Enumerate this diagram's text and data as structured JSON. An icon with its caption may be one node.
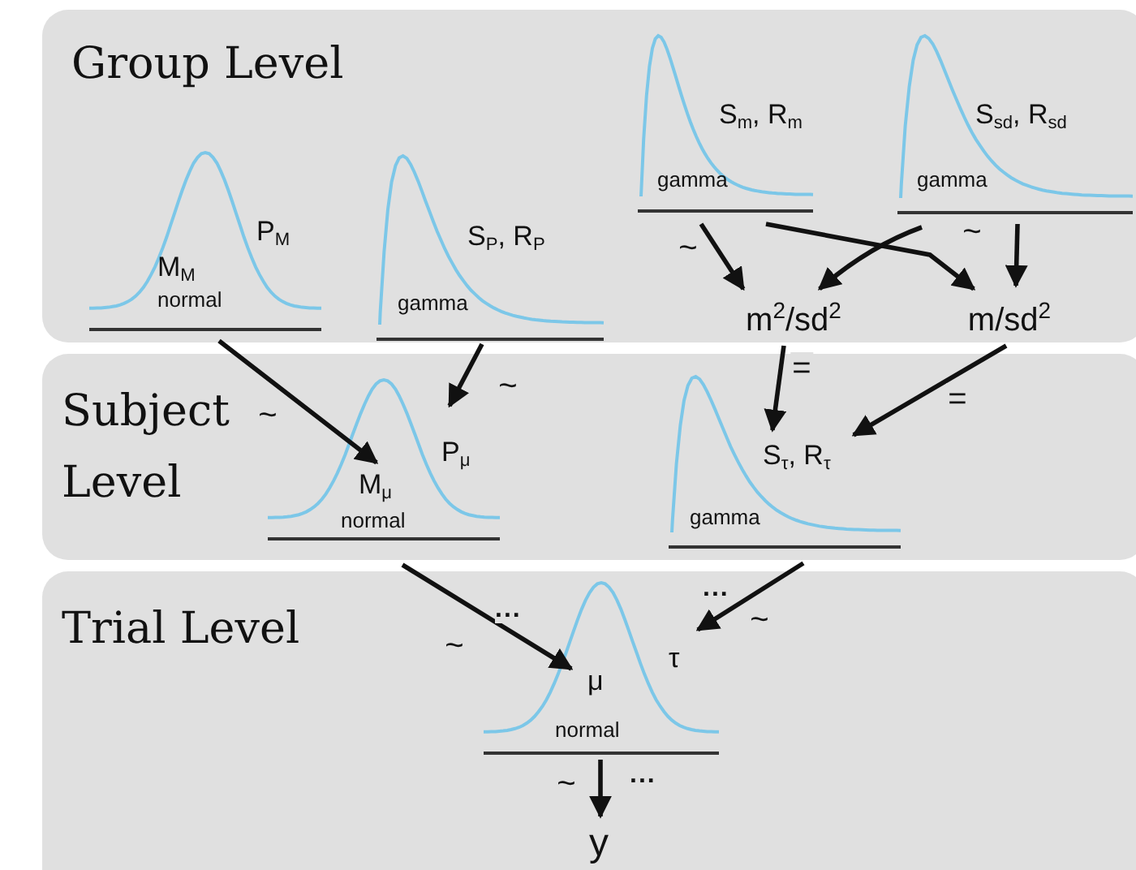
{
  "diagram": {
    "nodes": [
      {
        "text": [
          "Group Level"
        ]
      },
      {
        "text": [
          "P$_{M}$",
          "M$_{M}$",
          "normal"
        ],
        "in": 0
      },
      {
        "text": [
          "S$_{P}$, R$_{P}$",
          "gamma"
        ],
        "in": 0
      },
      {
        "text": [
          "S$_{m}$, R$_{m}$",
          "gamma"
        ],
        "in": 0
      },
      {
        "text": [
          "S$_{sd}$, R$_{sd}$",
          "gamma"
        ],
        "in": 0
      },
      {
        "text": [
          "m$^{2}$/sd$^{2}$"
        ],
        "in": 0
      },
      {
        "text": [
          "m/sd$^{2}$"
        ],
        "in": 0
      },
      {
        "text": [
          "Subject Level"
        ]
      },
      {
        "text": [
          "P$_{μ}$",
          "M$_{μ}$",
          "normal"
        ],
        "in": 7
      },
      {
        "text": [
          "S$_{τ}$, R$_{τ}$",
          "gamma"
        ],
        "in": 7
      },
      {
        "text": [
          "Trial Level"
        ]
      },
      {
        "text": [
          "τ",
          "μ",
          "normal"
        ],
        "in": 10
      },
      {
        "text": [
          "y"
        ],
        "in": 10
      }
    ],
    "edges": [
      {
        "from": 1,
        "to": 8,
        "arrow": "to",
        "label": "~"
      },
      {
        "from": 2,
        "to": 8,
        "arrow": "to",
        "label": "~"
      },
      {
        "from": 3,
        "to": 5,
        "arrow": "to",
        "label": "~"
      },
      {
        "from": 3,
        "to": 6,
        "arrow": "to"
      },
      {
        "from": 4,
        "to": 5,
        "arrow": "to"
      },
      {
        "from": 4,
        "to": 6,
        "arrow": "to",
        "label": "~"
      },
      {
        "from": 5,
        "to": 9,
        "arrow": "to",
        "label": "="
      },
      {
        "from": 6,
        "to": 9,
        "arrow": "to",
        "label": "="
      },
      {
        "from": 8,
        "to": 11,
        "arrow": "to",
        "label": "~"
      },
      {
        "from": 9,
        "to": 11,
        "arrow": "to",
        "label": "~"
      },
      {
        "from": 11,
        "to": 12,
        "arrow": "to",
        "label": "~"
      }
    ],
    "labels": [
      "...",
      "...",
      "..."
    ]
  }
}
